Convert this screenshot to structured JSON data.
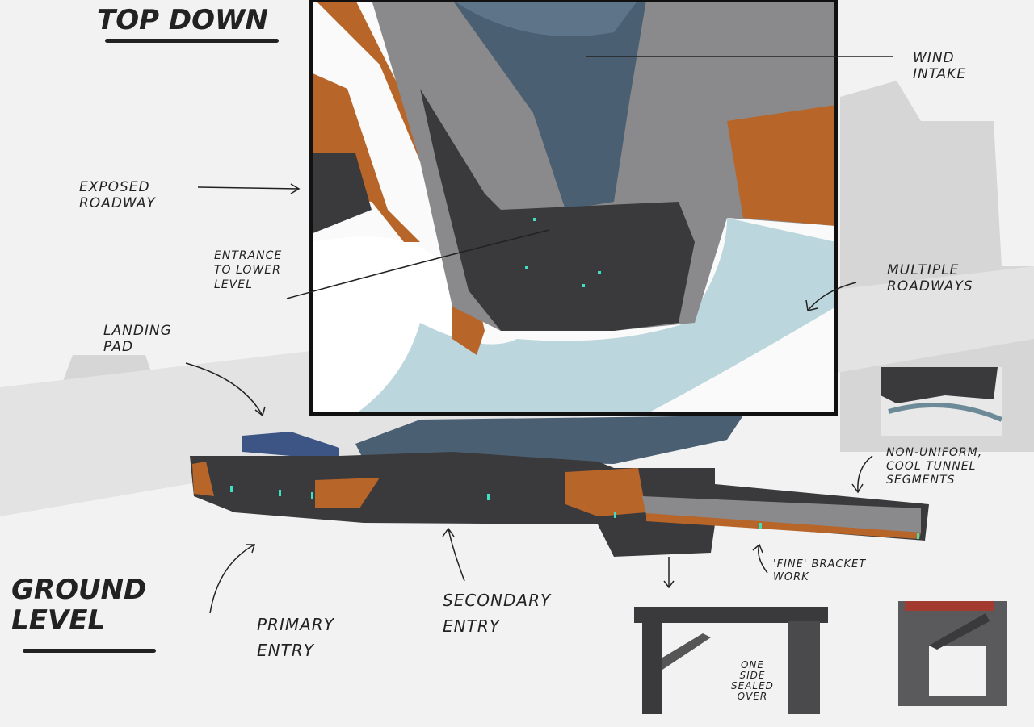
{
  "titles": {
    "top_down": "TOP DOWN",
    "ground_level": "GROUND\nLEVEL"
  },
  "labels": {
    "wind_intake": "WIND\nINTAKE",
    "exposed_roadway": "EXPOSED\nROADWAY",
    "entrance_lower": "ENTRANCE\nTO LOWER\nLEVEL",
    "multiple_roadways": "MULTIPLE\nROADWAYS",
    "landing_pad": "LANDING\nPAD",
    "tunnel_segments": "NON-UNIFORM,\nCOOL TUNNEL\nSEGMENTS",
    "bracket_work": "'FINE' BRACKET\nWORK",
    "primary_entry": "PRIMARY\nENTRY",
    "secondary_entry": "SECONDARY\nENTRY",
    "one_side_sealed": "ONE\nSIDE\nSEALED\nOVER"
  },
  "colors": {
    "orange": "#b8652a",
    "dark": "#3a3a3c",
    "blue": "#4a5f72",
    "ice": "#bcd6de",
    "teal": "#3fe0c0"
  }
}
